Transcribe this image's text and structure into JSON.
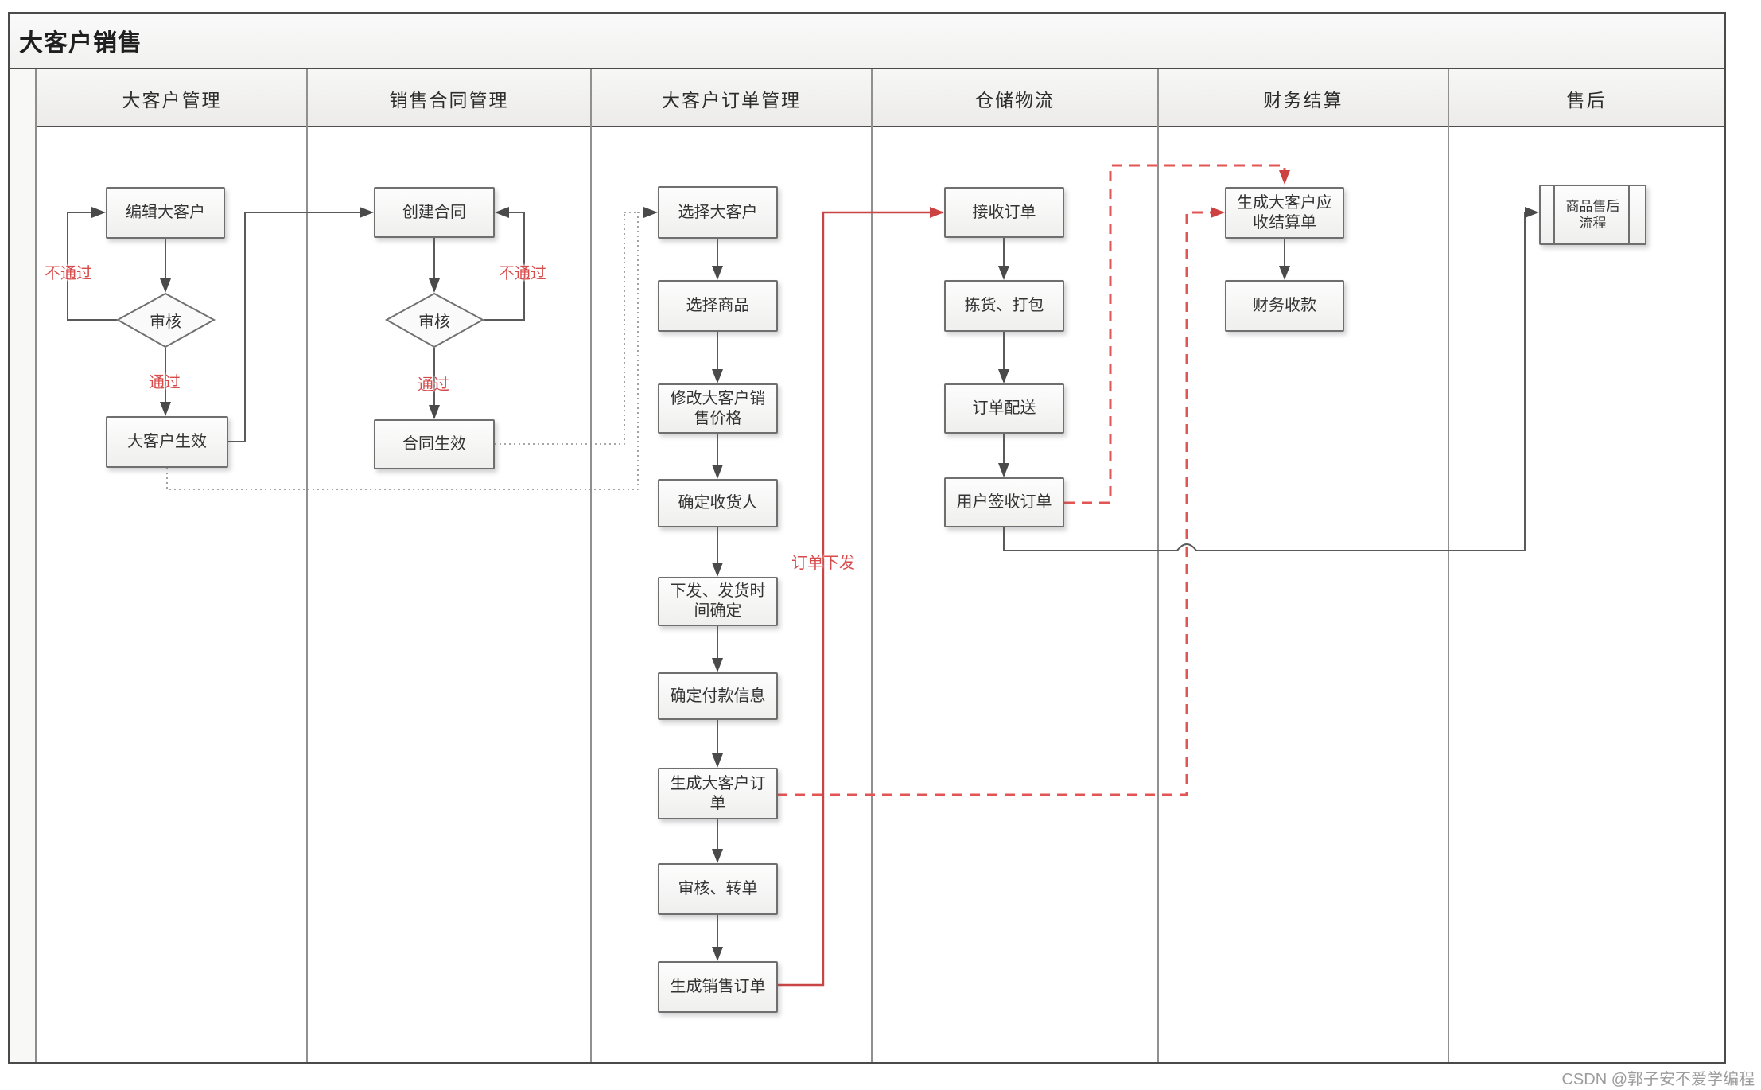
{
  "title": "大客户销售",
  "watermark": "CSDN @郭子安不爱学编程",
  "lanes": [
    {
      "label": "大客户管理"
    },
    {
      "label": "销售合同管理"
    },
    {
      "label": "大客户订单管理"
    },
    {
      "label": "仓储物流"
    },
    {
      "label": "财务结算"
    },
    {
      "label": "售后"
    }
  ],
  "nodes": {
    "edit_customer": "编辑大客户",
    "review_customer": "审核",
    "customer_active": "大客户生效",
    "create_contract": "创建合同",
    "review_contract": "审核",
    "contract_active": "合同生效",
    "select_customer": "选择大客户",
    "select_product": "选择商品",
    "modify_price": "修改大客户销售价格",
    "confirm_receiver": "确定收货人",
    "dispatch_time": "下发、发货时间确定",
    "confirm_payment": "确定付款信息",
    "gen_customer_order": "生成大客户订单",
    "review_transfer": "审核、转单",
    "gen_sales_order": "生成销售订单",
    "receive_order": "接收订单",
    "pick_pack": "拣货、打包",
    "order_delivery": "订单配送",
    "user_sign": "用户签收订单",
    "gen_receivable": "生成大客户应收结算单",
    "finance_collect": "财务收款",
    "after_sales": "商品售后流程"
  },
  "edge_labels": {
    "no_pass_customer": "不通过",
    "pass_customer": "通过",
    "no_pass_contract": "不通过",
    "pass_contract": "通过",
    "order_dispatch": "订单下发"
  },
  "colors": {
    "red_accent": "#d84b4b",
    "red_dashed": "#e25555",
    "line_gray": "#5a5a5a",
    "dotted_gray": "#8a8a8a"
  }
}
